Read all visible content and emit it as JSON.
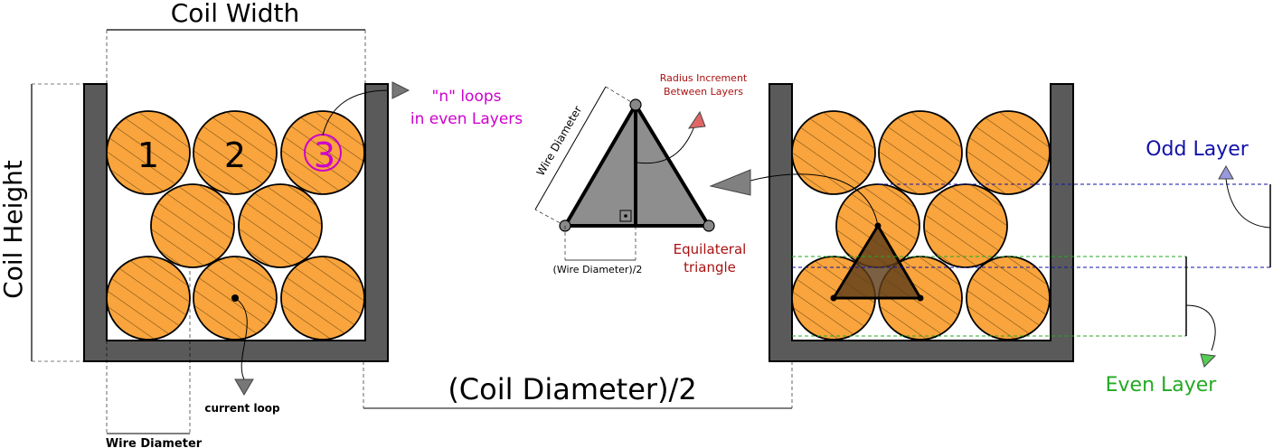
{
  "labels": {
    "coil_width": "Coil Width",
    "coil_height": "Coil Height",
    "n_loops_line1": "\"n\" loops",
    "n_loops_line2": "in even Layers",
    "current_loop": "current loop",
    "wire_diameter_bottom": "Wire Diameter",
    "coil_diameter_half": "(Coil Diameter)/2",
    "radius_increment_line1": "Radius Increment",
    "radius_increment_line2": "Between Layers",
    "wire_diameter_rotated": "Wire Diameter",
    "half_wire_diameter": "(Wire Diameter)/2",
    "equilateral_line1": "Equilateral",
    "equilateral_line2": "triangle",
    "odd_layer": "Odd Layer",
    "even_layer": "Even Layer"
  },
  "loop_numbers": [
    "1",
    "2",
    "3"
  ],
  "colors": {
    "wire_fill": "#f9a43c",
    "bobbin": "#5a5a5a",
    "triangle_fill": "#8e8e8e",
    "overlay_triangle": "#5e3d1a",
    "magenta": "#cc00cc",
    "dark_red": "#aa1111",
    "odd_blue": "#1111aa",
    "even_green": "#22aa22",
    "arrow_gray": "#777777"
  },
  "icons": {
    "right_angle": "right-angle-marker-icon",
    "arrow": "arrowhead-icon"
  }
}
